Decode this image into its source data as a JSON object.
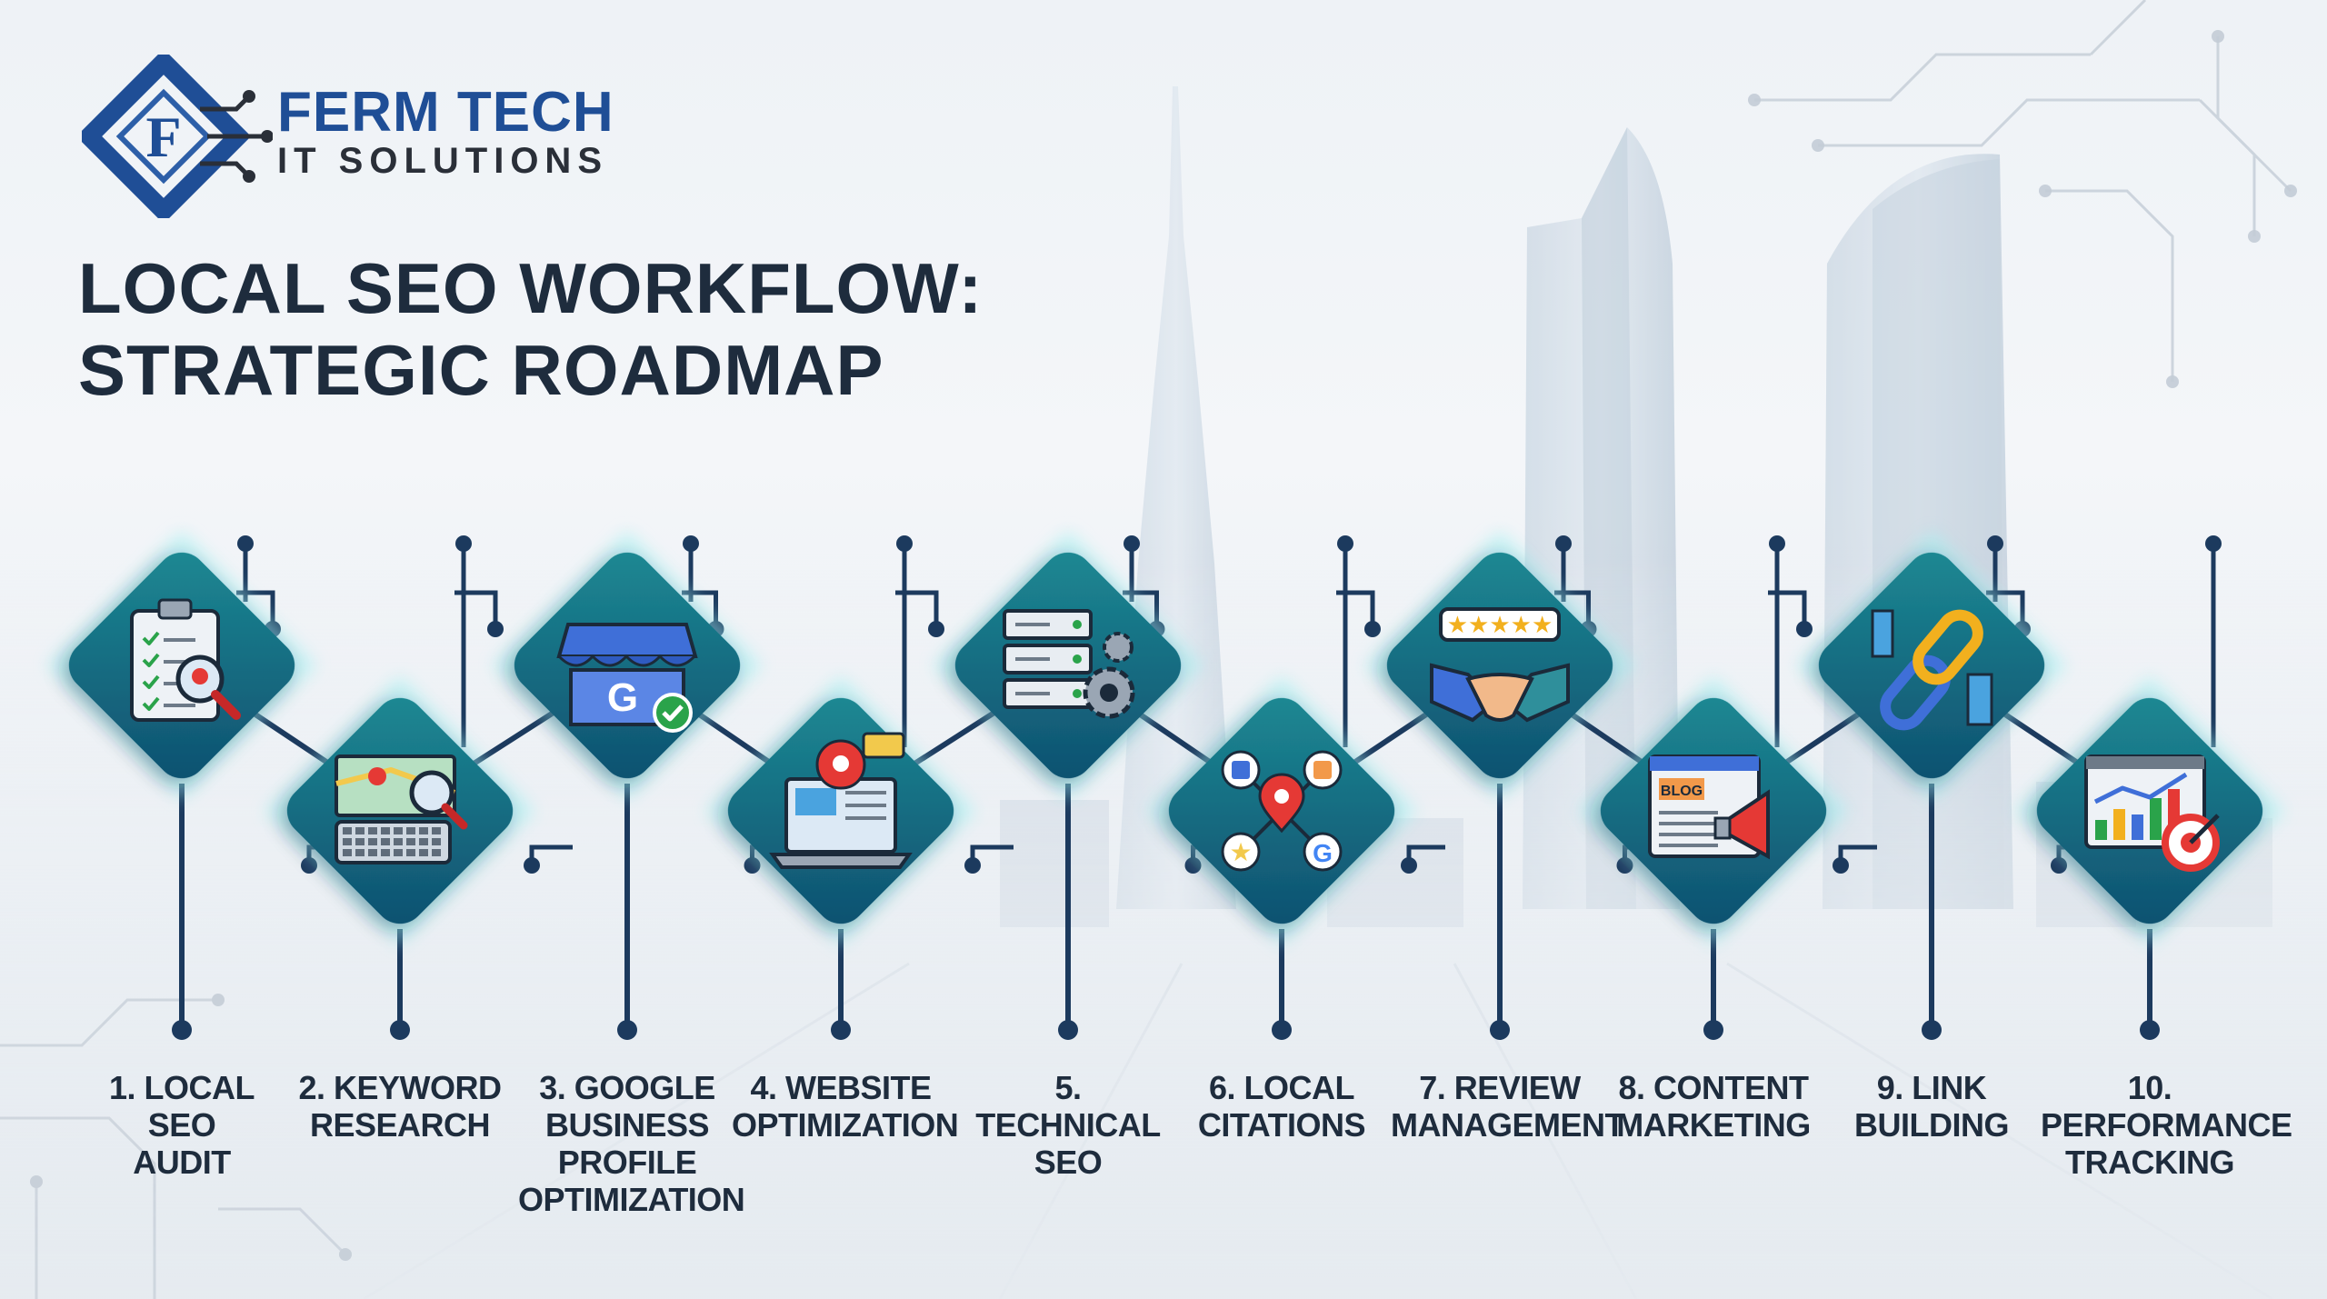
{
  "brand": {
    "name_line1": "FERM TECH",
    "name_line2": "IT SOLUTIONS",
    "monogram": "F"
  },
  "title": {
    "line1": "LOCAL SEO WORKFLOW:",
    "line2": "STRATEGIC ROADMAP"
  },
  "colors": {
    "tile_dark": "#0e4f6f",
    "tile_light": "#1d8a94",
    "connector": "#1c3a5e",
    "glow": "#9ff0f2",
    "title": "#1e2c3d",
    "brand_blue": "#1f4e96"
  },
  "steps": [
    {
      "label_lines": [
        "1. LOCAL SEO",
        "AUDIT"
      ],
      "icon": "clipboard-checklist-magnifier-icon"
    },
    {
      "label_lines": [
        "2. KEYWORD",
        "RESEARCH"
      ],
      "icon": "map-keyboard-search-icon"
    },
    {
      "label_lines": [
        "3. GOOGLE",
        "BUSINESS",
        "PROFILE",
        "OPTIMIZATION"
      ],
      "icon": "storefront-google-check-icon"
    },
    {
      "label_lines": [
        "4. WEBSITE",
        "OPTIMIZATION"
      ],
      "icon": "laptop-location-pin-icon"
    },
    {
      "label_lines": [
        "5. TECHNICAL",
        "SEO"
      ],
      "icon": "server-gears-icon"
    },
    {
      "label_lines": [
        "6. LOCAL",
        "CITATIONS"
      ],
      "icon": "citation-network-icon"
    },
    {
      "label_lines": [
        "7. REVIEW",
        "MANAGEMENT"
      ],
      "icon": "handshake-stars-icon",
      "stars": "★★★★★"
    },
    {
      "label_lines": [
        "8. CONTENT",
        "MARKETING"
      ],
      "icon": "blog-megaphone-icon",
      "icon_text": "BLOG"
    },
    {
      "label_lines": [
        "9. LINK",
        "BUILDING"
      ],
      "icon": "chain-link-buildings-icon"
    },
    {
      "label_lines": [
        "10. PERFORMANCE",
        "TRACKING"
      ],
      "icon": "growth-chart-target-icon"
    }
  ]
}
